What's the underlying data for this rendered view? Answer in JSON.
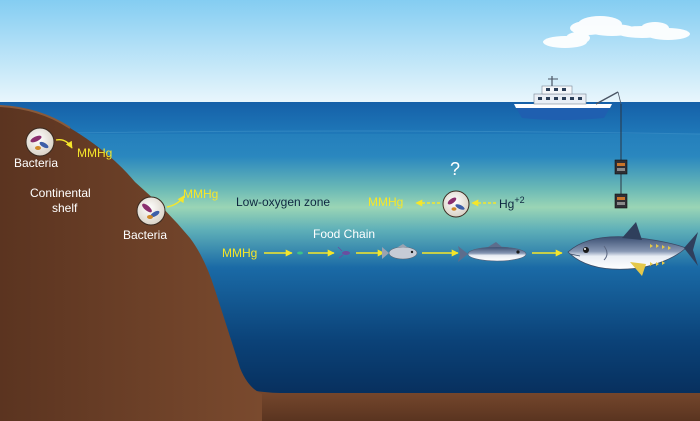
{
  "labels": {
    "bacteria_top": "Bacteria",
    "mmhg_top": "MMHg",
    "continental_shelf_line1": "Continental",
    "continental_shelf_line2": "shelf",
    "mmhg_shelf": "MMHg",
    "bacteria_mid": "Bacteria",
    "low_oxygen_zone": "Low-oxygen zone",
    "question_mark": "?",
    "mmhg_low_oxygen": "MMHg",
    "hg_base": "Hg",
    "hg_charge": "+2",
    "mmhg_food_chain": "MMHg",
    "food_chain": "Food Chain"
  },
  "colors": {
    "sky_top": "#8fd0f2",
    "sky_bottom": "#e4f4fb",
    "ocean_surface": "#1a6fb3",
    "low_oxygen_band": "#8fcfb4",
    "deep_ocean": "#06305e",
    "seafloor": "#6b3f27",
    "label_yellow": "#f5e62a",
    "label_white": "#ffffff",
    "boat_hull": "#1f5fb0"
  },
  "icons": {
    "microbe": "bacteria-circle-icon",
    "boat": "research-vessel-icon",
    "sampler": "water-sampler-icon",
    "fish": "tuna-icon"
  }
}
